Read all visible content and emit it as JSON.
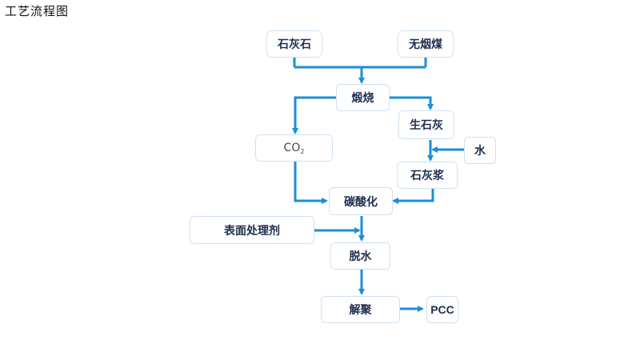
{
  "title": "工艺流程图",
  "nodes": {
    "limestone": "石灰石",
    "anthracite": "无烟煤",
    "calcine": "煅烧",
    "quicklime": "生石灰",
    "co2_main": "CO",
    "co2_sub": "2",
    "water": "水",
    "lime_slurry": "石灰浆",
    "carbonation": "碳酸化",
    "surface_agent": "表面处理剂",
    "dewater": "脱水",
    "depolymerize": "解聚",
    "pcc": "PCC"
  },
  "colors": {
    "arrow": "#1a8fd6",
    "node_border": "#cfe1f1",
    "node_text": "#1f2d4d"
  }
}
